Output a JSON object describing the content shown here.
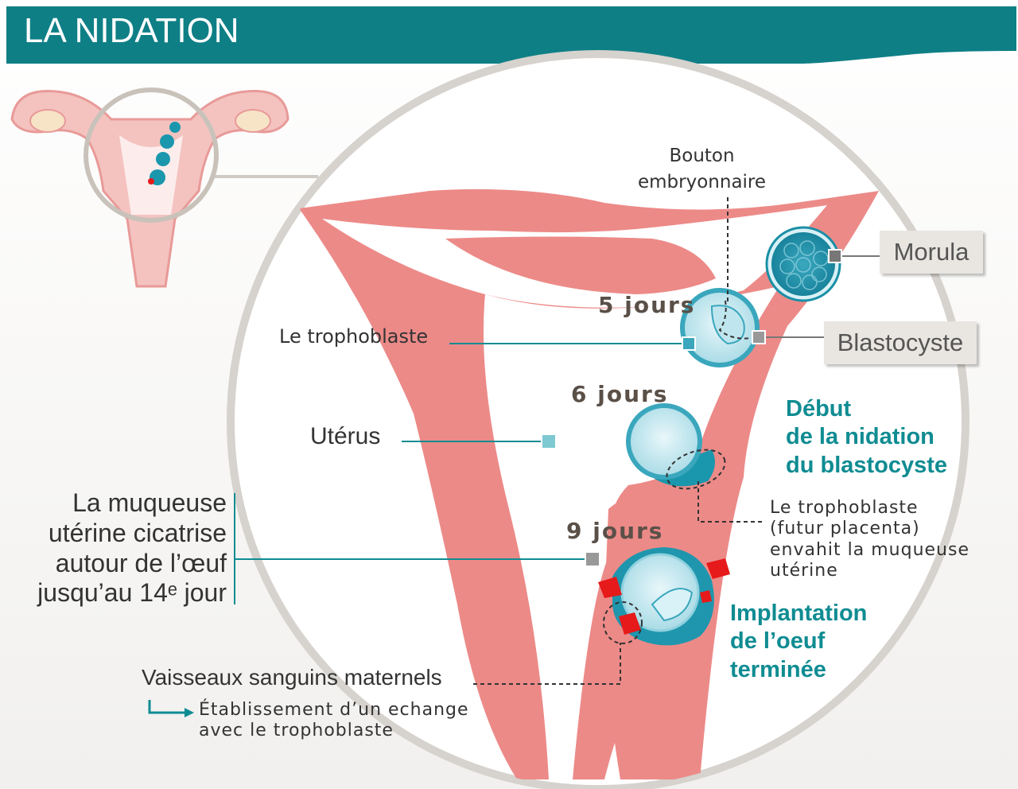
{
  "title": "LA NIDATION",
  "labels": {
    "bouton": "Bouton\nembryonnaire",
    "morula": "Morula",
    "blastocyste": "Blastocyste",
    "trophoblaste": "Le trophoblaste",
    "uterus": "Utérus",
    "muqueuse": "La muqueuse\nutérine cicatrise\nautour de l’œuf\njusqu’au 14ᵉ jour",
    "vaisseaux": "Vaisseaux sanguins maternels",
    "echange": "Établissement d’un echange\navec le trophoblaste",
    "trophoblaste_futur": "Le trophoblaste\n(futur placenta)\nenvahit la muqueuse\nutérine"
  },
  "days": {
    "d5": "5 jours",
    "d6": "6 jours",
    "d9": "9 jours"
  },
  "stages": {
    "debut": "Début\nde la nidation\ndu blastocyste",
    "implantation": "Implantation\nde l’oeuf\nterminée"
  },
  "colors": {
    "teal_dark": "#0f7f86",
    "teal_text": "#0f8c92",
    "uterus_pink": "#ec8a88",
    "cell_blue": "#47b3c6",
    "blood_red": "#e61a1a",
    "label_box": "#e9e5e1"
  }
}
